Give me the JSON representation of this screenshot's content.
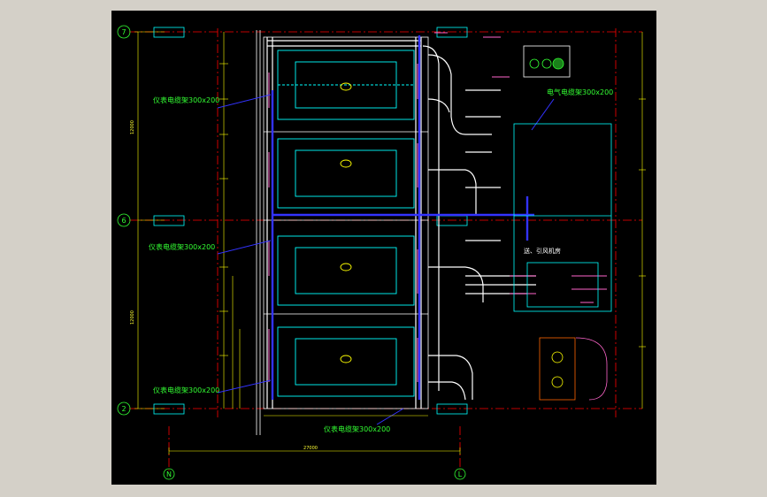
{
  "axes": {
    "row_top": "7",
    "row_middle": "6",
    "row_bottom": "2",
    "col_left": "N",
    "col_right": "L"
  },
  "labels": {
    "cable_tray_1": "仪表电缆架300x200",
    "cable_tray_2": "仪表电缆架300x200",
    "cable_tray_3": "仪表电缆架300x200",
    "cable_tray_4": "仪表电缆架300x200",
    "electric_tray": "电气电缆架300x200",
    "fan_room": "送、引风机房",
    "total_width": "27000",
    "left_height": "12000"
  },
  "colors": {
    "background": "#000000",
    "gridline": "#ff0000",
    "equipment": "#00ffff",
    "pipe": "#ffffff",
    "cable_tray": "#3333ff",
    "dimension": "#ffff00",
    "label": "#33ff33"
  }
}
